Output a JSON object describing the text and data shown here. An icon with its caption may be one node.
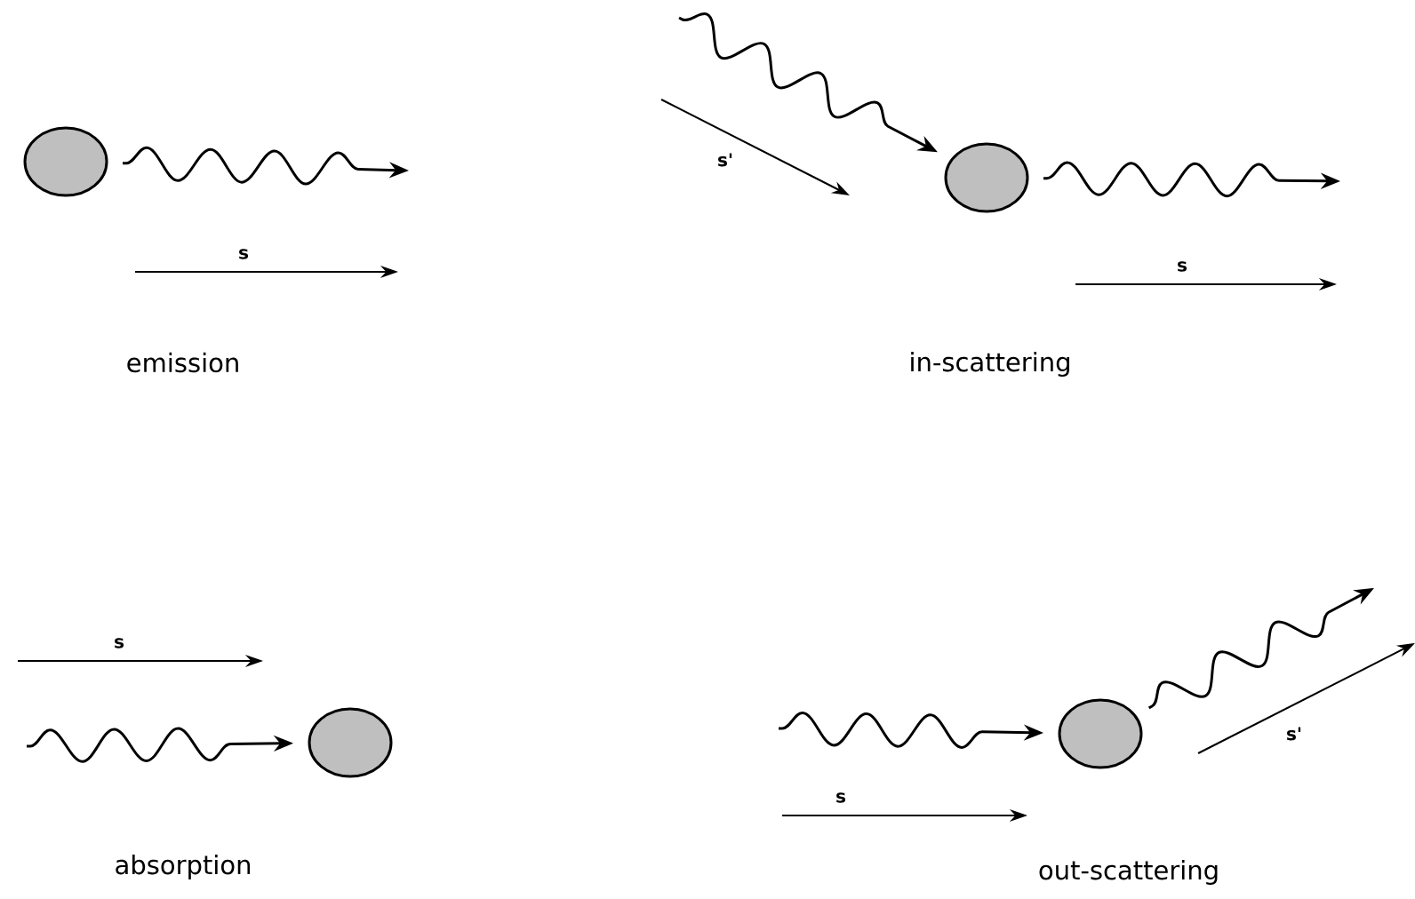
{
  "diagram": {
    "nodes": [
      {
        "text": [],
        "shape": "circle"
      },
      {
        "text": [],
        "shape": "circle"
      },
      {
        "text": [],
        "shape": "circle"
      },
      {
        "text": [],
        "shape": "circle"
      }
    ],
    "edges": [
      {
        "from": 0,
        "to": null,
        "arrow": "to"
      },
      {
        "from": null,
        "to": 1,
        "arrow": "to"
      },
      {
        "from": 1,
        "to": null,
        "arrow": "to"
      },
      {
        "from": null,
        "to": 2,
        "arrow": "to"
      },
      {
        "from": null,
        "to": 3,
        "arrow": "to"
      },
      {
        "from": 3,
        "to": null,
        "arrow": "to"
      }
    ],
    "labels": [
      "s",
      "emission",
      "s'",
      "s",
      "in-scattering",
      "s",
      "absorption",
      "s",
      "s'",
      "out-scattering"
    ]
  }
}
